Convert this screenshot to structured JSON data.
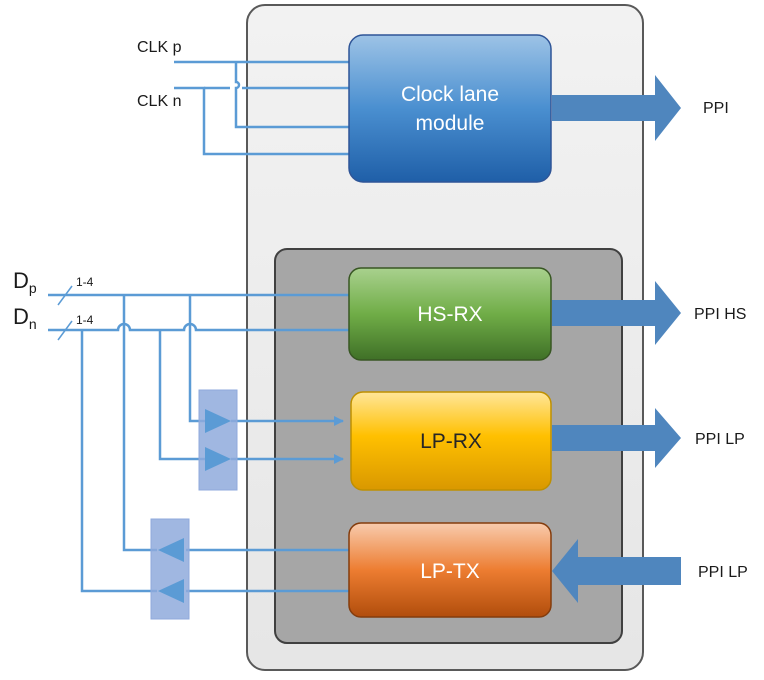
{
  "inputs": {
    "clk_p": "CLK p",
    "clk_n": "CLK n",
    "dp_main": "D",
    "dp_sub": "p",
    "dn_main": "D",
    "dn_sub": "n",
    "bus_width_p": "1-4",
    "bus_width_n": "1-4"
  },
  "modules": {
    "clock_lane_line1": "Clock lane",
    "clock_lane_line2": "module",
    "hs_rx": "HS-RX",
    "lp_rx": "LP-RX",
    "lp_tx": "LP-TX"
  },
  "outputs": {
    "ppi": "PPI",
    "ppi_hs": "PPI HS",
    "ppi_lp_out": "PPI LP",
    "ppi_lp_in": "PPI LP"
  },
  "colors": {
    "wire": "#5b9bd5",
    "arrow": "#4f86be",
    "clock_lane": "#2e75b6",
    "hs_rx": "#548235",
    "lp_rx": "#ffc000",
    "lp_tx": "#c55a11",
    "outer_panel": "#ececec",
    "inner_panel": "#a6a6a6"
  },
  "icons": {
    "buffer": "triangle-buffer-icon",
    "bus_slash": "bus-slash-icon"
  }
}
